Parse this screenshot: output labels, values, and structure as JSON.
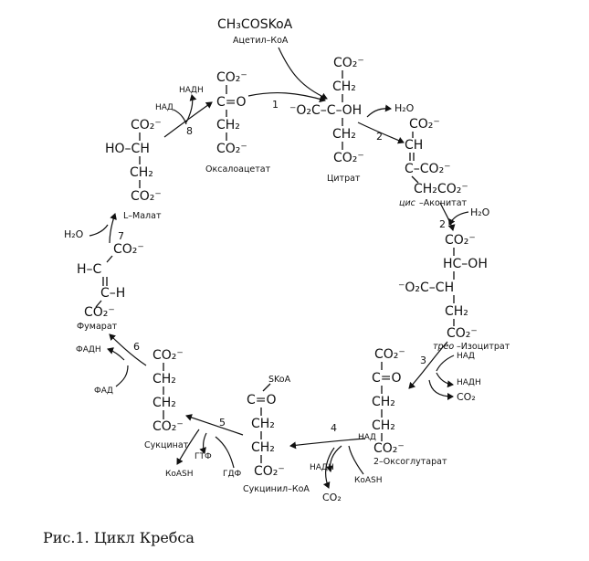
{
  "caption": "Рис.1. Цикл Кребса",
  "acetyl": {
    "formula": "CH₃COSKoA",
    "name": "Ацетил–КоА"
  },
  "compounds": {
    "oxaloacetate": {
      "name": "Оксалоацетат",
      "lines": [
        "CO₂⁻",
        "C=O",
        "CH₂",
        "CO₂⁻"
      ]
    },
    "citrate": {
      "name": "Цитрат",
      "lines": [
        "CO₂⁻",
        "CH₂",
        "⁻O₂C–C–OH",
        "CH₂",
        "CO₂⁻"
      ]
    },
    "cis_aconitate": {
      "name_prefix": "цис",
      "name_suffix": "–Аконитат",
      "lines": [
        "CO₂⁻",
        "CH",
        "C–CO₂⁻",
        "CH₂CO₂⁻"
      ]
    },
    "isocitrate": {
      "name_prefix": "трео",
      "name_suffix": "–Изоцитрат",
      "lines": [
        "CO₂⁻",
        "HC–OH",
        "⁻O₂C–CH",
        "CH₂",
        "CO₂⁻"
      ]
    },
    "oxoglutarate": {
      "name": "2–Оксоглутарат",
      "lines": [
        "CO₂⁻",
        "C=O",
        "CH₂",
        "CH₂",
        "CO₂⁻"
      ]
    },
    "succinyl_coa": {
      "name": "Сукцинил–КоА",
      "lines": [
        "SKoA",
        "C=O",
        "CH₂",
        "CH₂",
        "CO₂⁻"
      ]
    },
    "succinate": {
      "name": "Сукцинат",
      "lines": [
        "CO₂⁻",
        "CH₂",
        "CH₂",
        "CO₂⁻"
      ]
    },
    "fumarate": {
      "name": "Фумарат",
      "lines": [
        "CO₂⁻",
        "H–C",
        "C–H",
        "CO₂⁻"
      ]
    },
    "malate": {
      "name": "L–Малат",
      "lines": [
        "CO₂⁻",
        "HO–CH",
        "CH₂",
        "CO₂⁻"
      ]
    }
  },
  "steps": {
    "s1": {
      "num": "1"
    },
    "s2a": {
      "num": "2",
      "reagent": "H₂O"
    },
    "s2b": {
      "num": "2",
      "reagent": "H₂O"
    },
    "s3": {
      "num": "3",
      "in": "НАД",
      "out1": "НАДН",
      "out2": "CO₂"
    },
    "s4": {
      "num": "4",
      "in": "НАД",
      "in2": "КоАSH",
      "out1": "НАДН",
      "out2": "CO₂"
    },
    "s5": {
      "num": "5",
      "in": "ГДФ",
      "out1": "ГТФ",
      "out2": "КоАSH"
    },
    "s6": {
      "num": "6",
      "in": "ФАД",
      "out1": "ФАДН"
    },
    "s7": {
      "num": "7",
      "reagent": "H₂O"
    },
    "s8": {
      "num": "8",
      "in": "НАД",
      "out1": "НАДН"
    }
  }
}
